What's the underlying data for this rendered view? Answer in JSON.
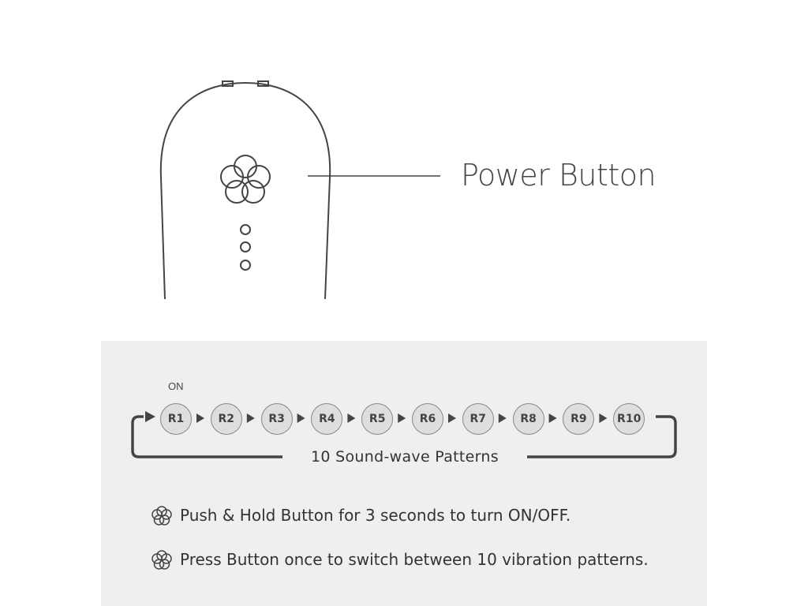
{
  "device": {
    "callout_label": "Power Button"
  },
  "panel": {
    "on_label": "ON",
    "patterns": [
      "R1",
      "R2",
      "R3",
      "R4",
      "R5",
      "R6",
      "R7",
      "R8",
      "R9",
      "R10"
    ],
    "caption": "10 Sound-wave Patterns",
    "instructions": [
      "Push & Hold Button for 3 seconds to turn ON/OFF.",
      "Press Button once to switch between 10 vibration patterns."
    ]
  },
  "colors": {
    "line": "#444444",
    "panel_bg": "#efefef",
    "button_fill": "#dedede"
  }
}
